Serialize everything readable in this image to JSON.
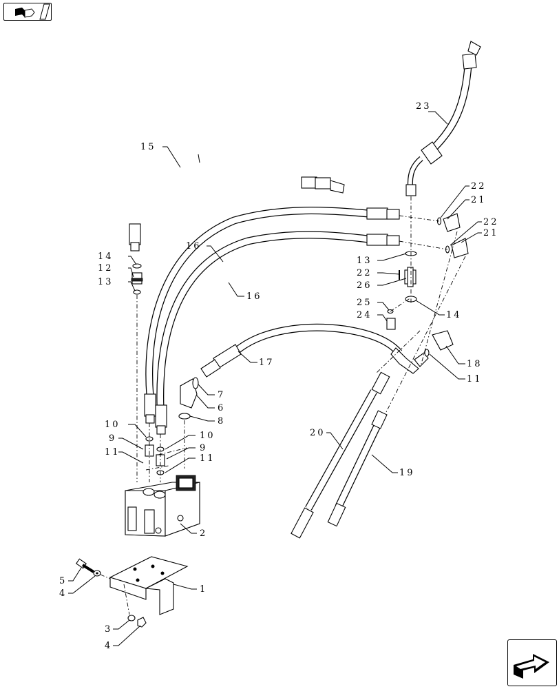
{
  "callouts": {
    "c1": "1",
    "c2": "2",
    "c3": "3",
    "c4a": "4",
    "c4b": "4",
    "c5": "5",
    "c6": "6",
    "c7": "7",
    "c8": "8",
    "c9a": "9",
    "c9b": "9",
    "c10a": "10",
    "c10b": "10",
    "c11a": "11",
    "c11b": "11",
    "c12": "12",
    "c13a": "13",
    "c13b": "13",
    "c14a": "14",
    "c14b": "14",
    "c15": "15",
    "c16a": "16",
    "c16b": "16",
    "c17": "17",
    "c18": "18",
    "c19": "19",
    "c20": "20",
    "c21a": "21",
    "c21b": "21",
    "c22a": "22",
    "c22b": "22",
    "c22c": "22",
    "c23": "23",
    "c24": "24",
    "c25": "25",
    "c26": "26"
  },
  "icons": {
    "top_left": "book-arrow-icon",
    "bottom_right": "next-page-arrow-icon"
  }
}
